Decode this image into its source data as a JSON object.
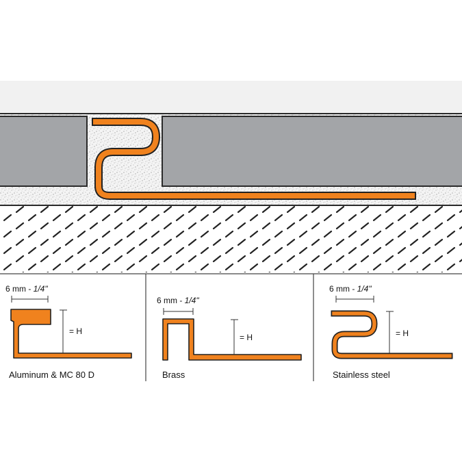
{
  "colors": {
    "profile_orange": "#f0821e",
    "profile_outline": "#222222",
    "tile_gray": "#a3a5a8",
    "mortar_light": "#f4f4f4",
    "substrate_hatch": "#222222",
    "top_band": "#f1f1f1"
  },
  "panels": [
    {
      "name": "Aluminum & MC 80 D",
      "width_label": "6 mm - ",
      "width_inch": "1/4\"",
      "height_label": "= H"
    },
    {
      "name": "Brass",
      "width_label": "6 mm - ",
      "width_inch": "1/4\"",
      "height_label": "= H"
    },
    {
      "name": "Stainless steel",
      "width_label": "6 mm - ",
      "width_inch": "1/4\"",
      "height_label": "= H"
    }
  ]
}
